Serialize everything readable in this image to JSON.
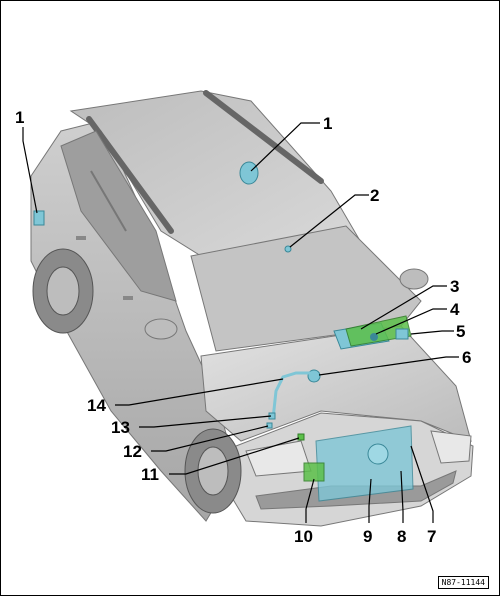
{
  "callouts": [
    {
      "id": "c1a",
      "label": "1"
    },
    {
      "id": "c1b",
      "label": "1"
    },
    {
      "id": "c2",
      "label": "2"
    },
    {
      "id": "c3",
      "label": "3"
    },
    {
      "id": "c4",
      "label": "4"
    },
    {
      "id": "c5",
      "label": "5"
    },
    {
      "id": "c6",
      "label": "6"
    },
    {
      "id": "c7",
      "label": "7"
    },
    {
      "id": "c8",
      "label": "8"
    },
    {
      "id": "c9",
      "label": "9"
    },
    {
      "id": "c10",
      "label": "10"
    },
    {
      "id": "c11",
      "label": "11"
    },
    {
      "id": "c12",
      "label": "12"
    },
    {
      "id": "c13",
      "label": "13"
    },
    {
      "id": "c14",
      "label": "14"
    }
  ],
  "reference_code": "N87-11144",
  "colors": {
    "body": "#cfcfcf",
    "body_dark": "#a9a9a9",
    "component": "#7fc6d6",
    "component_green": "#5cc04a"
  }
}
